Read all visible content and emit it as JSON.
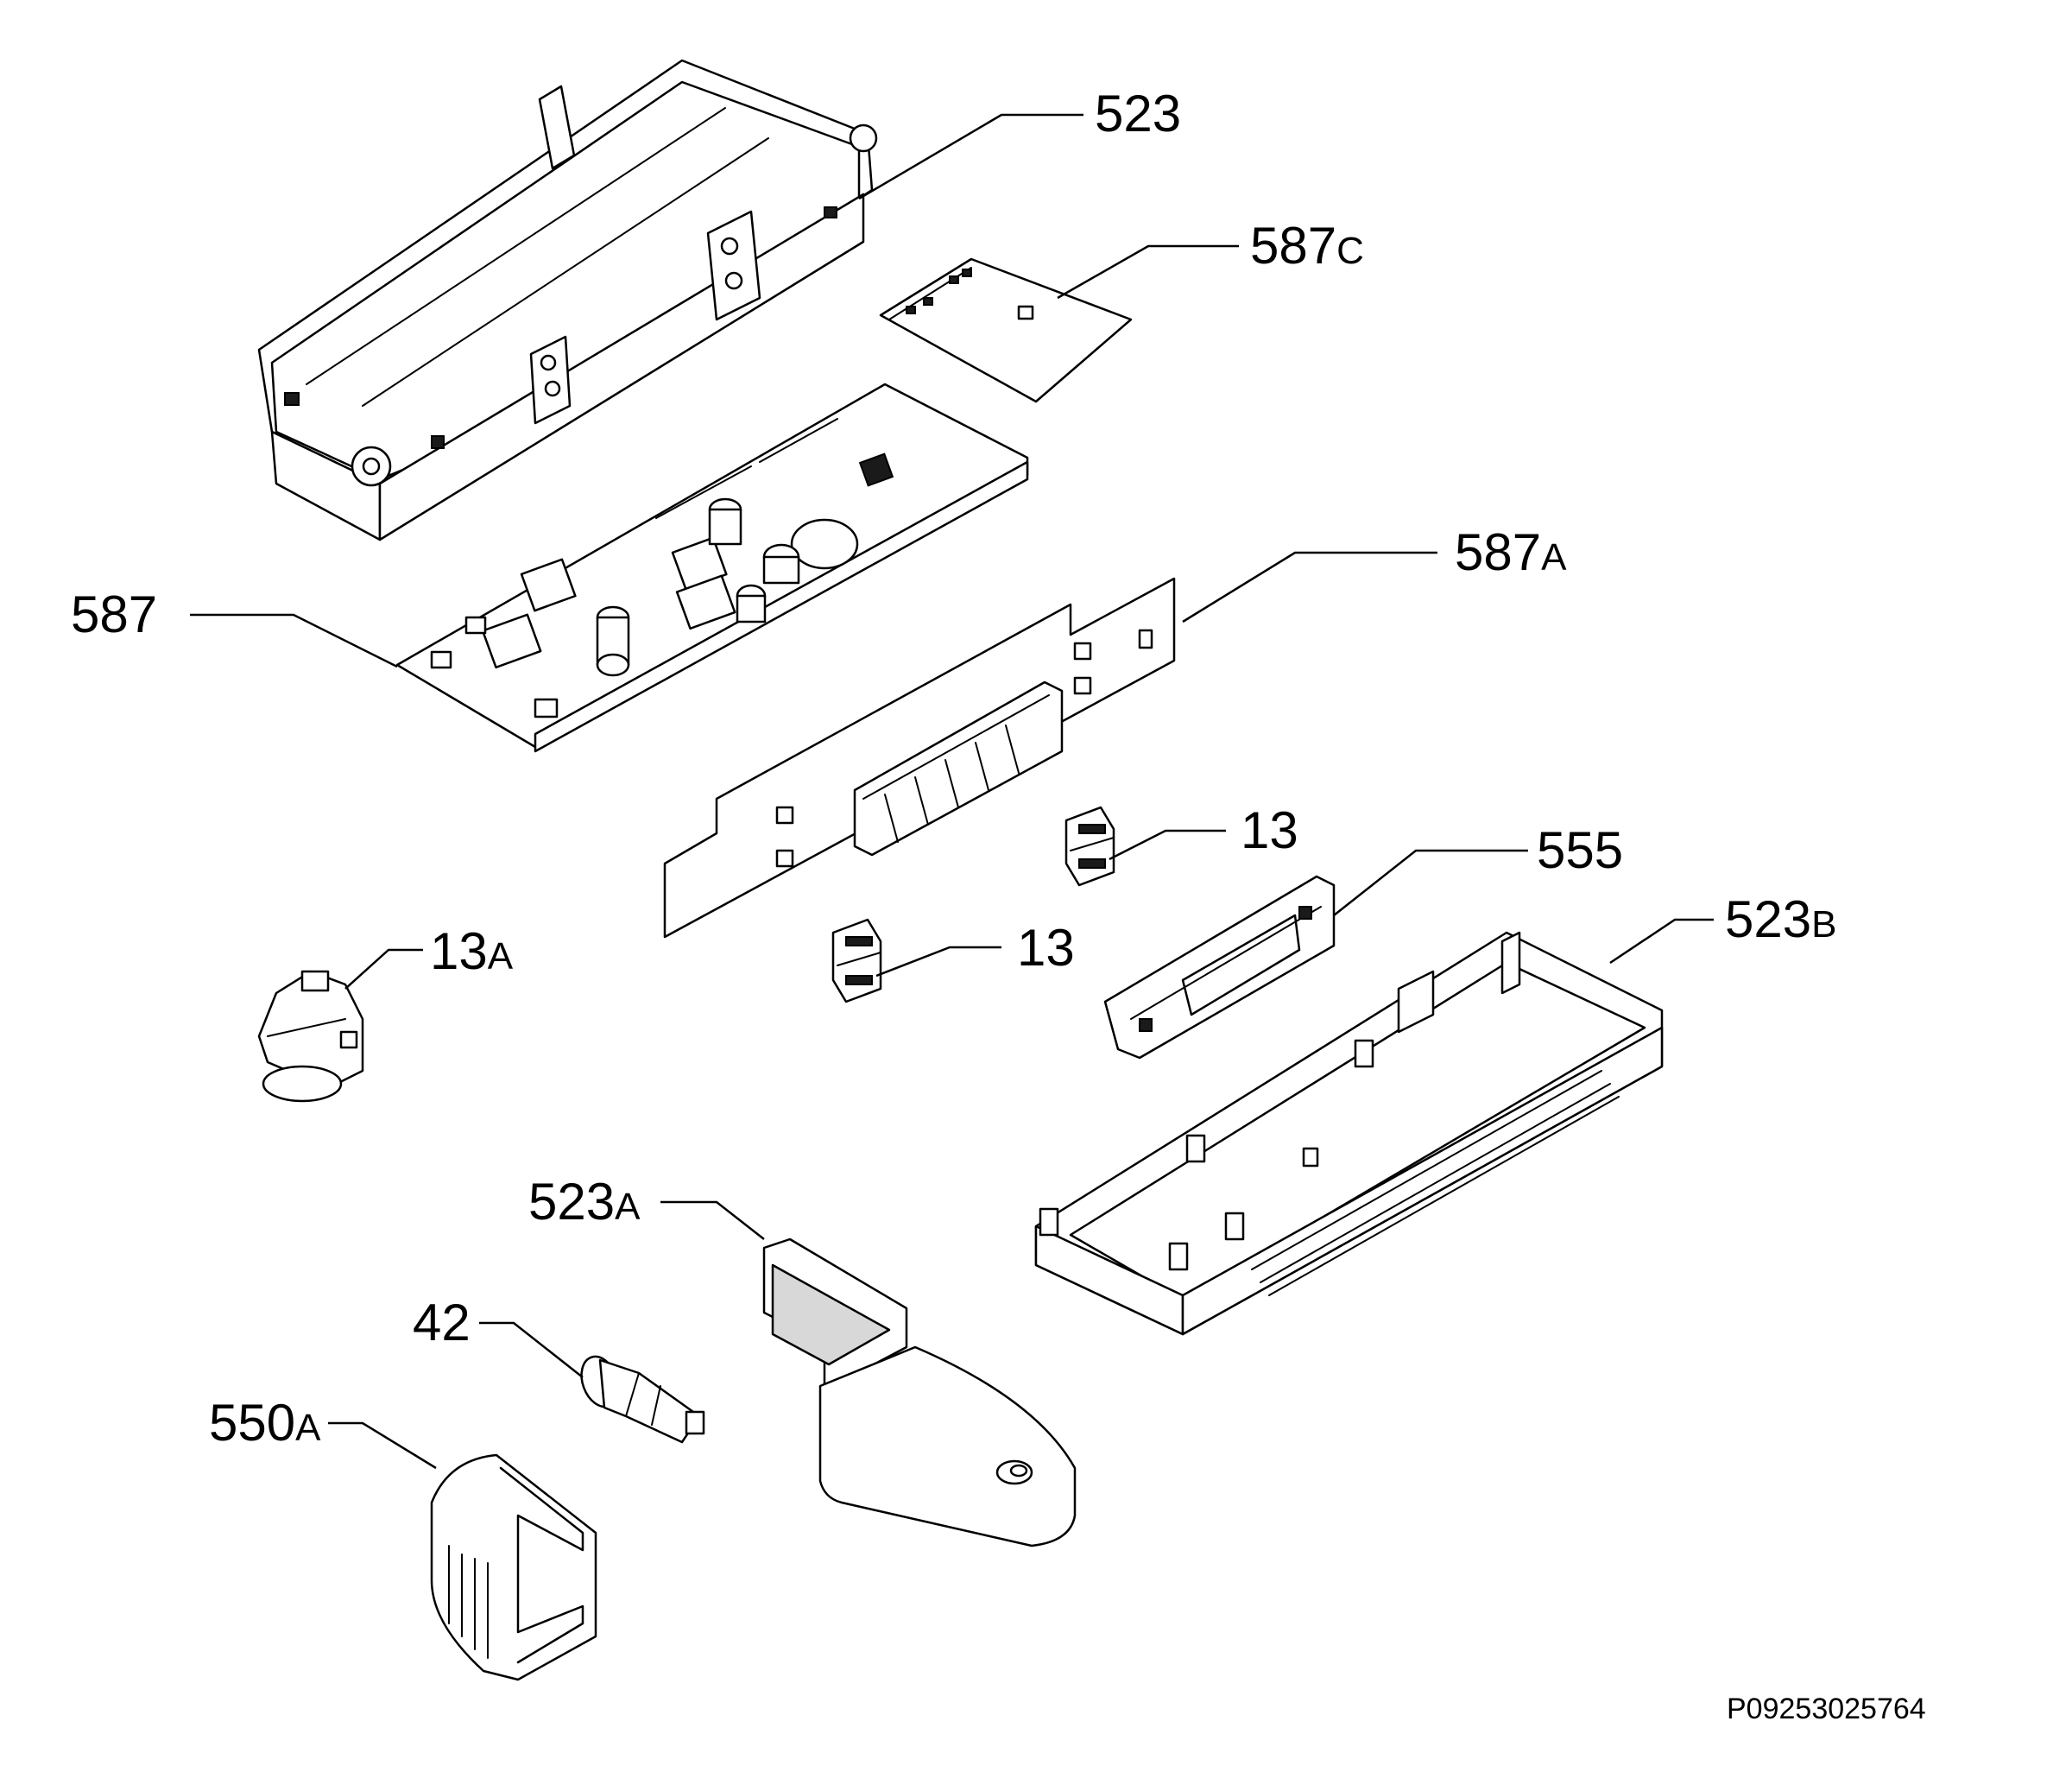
{
  "callouts": {
    "c523": {
      "number": "523",
      "suffix": ""
    },
    "c587c": {
      "number": "587",
      "suffix": "C"
    },
    "c587": {
      "number": "587",
      "suffix": ""
    },
    "c587a": {
      "number": "587",
      "suffix": "A"
    },
    "c13_upper": {
      "number": "13",
      "suffix": ""
    },
    "c555": {
      "number": "555",
      "suffix": ""
    },
    "c523b": {
      "number": "523",
      "suffix": "B"
    },
    "c13a": {
      "number": "13",
      "suffix": "A"
    },
    "c13_lower": {
      "number": "13",
      "suffix": ""
    },
    "c523a": {
      "number": "523",
      "suffix": "A"
    },
    "c42": {
      "number": "42",
      "suffix": ""
    },
    "c550a": {
      "number": "550",
      "suffix": "A"
    }
  },
  "drawing_code": "P09253025764",
  "colors": {
    "line": "#000000",
    "background": "#ffffff"
  }
}
